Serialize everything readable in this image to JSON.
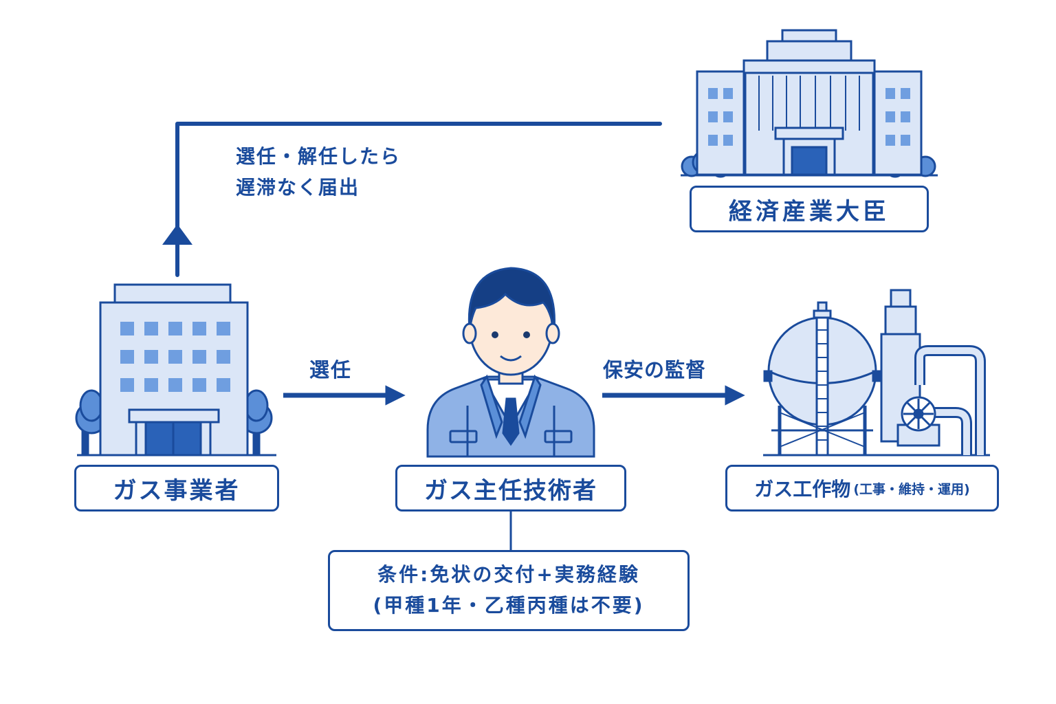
{
  "colors": {
    "primary": "#1a4b9c",
    "fill": "#dbe6f7",
    "window": "#6f9ee0"
  },
  "nodes": {
    "company": {
      "label": "ガス事業者",
      "icon": "office-building-icon"
    },
    "engineer": {
      "label": "ガス主任技術者",
      "icon": "engineer-person-icon"
    },
    "facility": {
      "label": "ガス工作物",
      "sublabel": "(工事・維持・運用)",
      "icon": "gas-plant-icon"
    },
    "minister": {
      "label": "経済産業大臣",
      "icon": "government-building-icon"
    }
  },
  "edges": {
    "appoint": {
      "label": "選任"
    },
    "supervise": {
      "label": "保安の監督"
    },
    "notify": {
      "line1": "選任・解任したら",
      "line2": "遅滞なく届出"
    }
  },
  "condition": {
    "line1": "条件:免状の交付+実務経験",
    "line2": "(甲種1年・乙種丙種は不要)"
  }
}
